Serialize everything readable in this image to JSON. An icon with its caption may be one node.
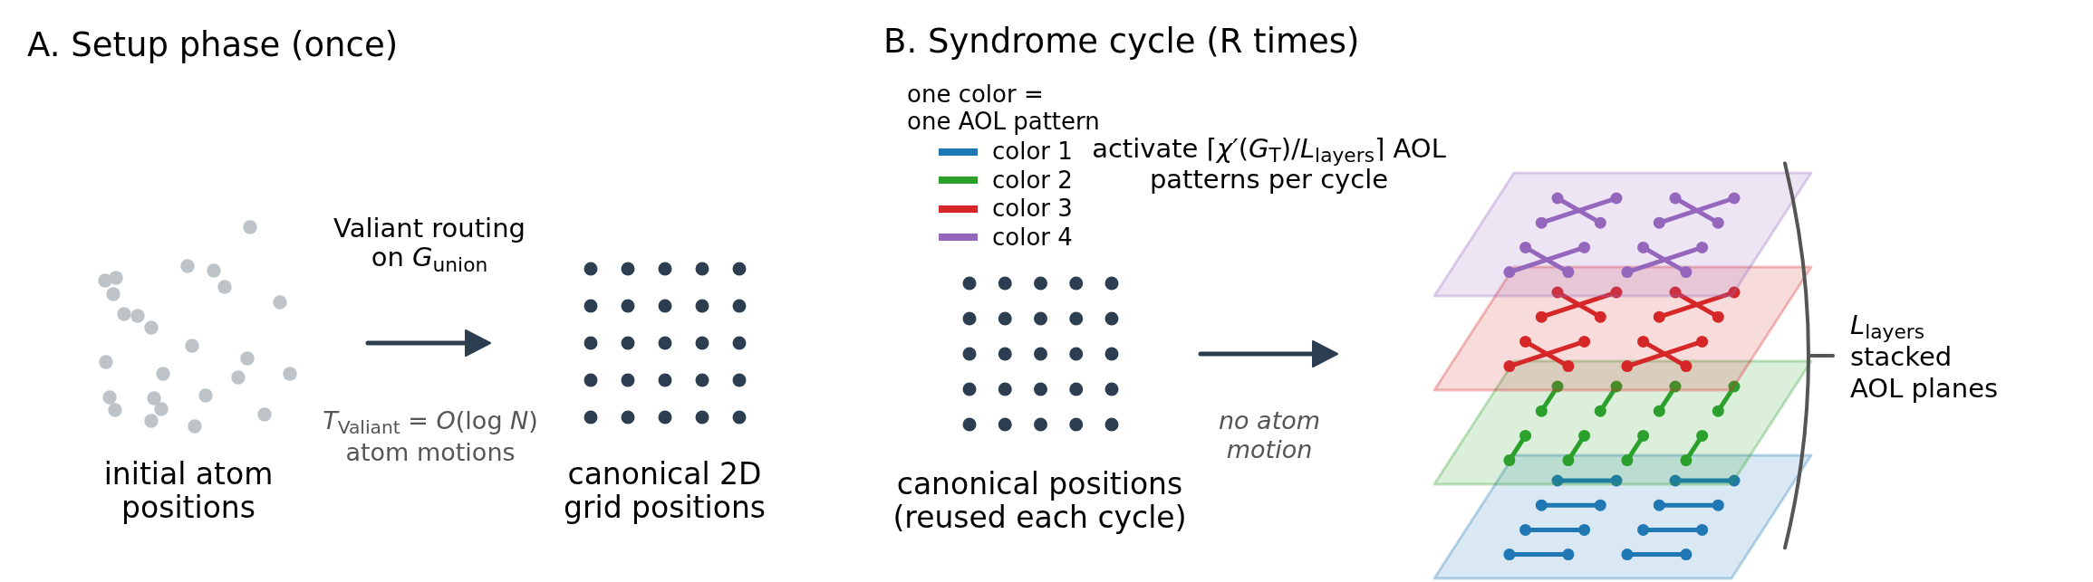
{
  "diagram": {
    "nodes": [
      {
        "text": [],
        "shape": "picture",
        "beside": [
          "initial atom positions"
        ]
      },
      {
        "text": [],
        "shape": "picture",
        "beside": [
          "canonical 2D grid positions"
        ]
      },
      {
        "text": [],
        "shape": "picture",
        "beside": [
          "canonical positions (reused each cycle)"
        ]
      },
      {
        "text": [],
        "shape": "picture"
      }
    ],
    "edges": [
      {
        "from": 0,
        "to": 1,
        "arrow": "to",
        "label": "Valiant routing on *G*$_{union}$"
      },
      {
        "from": 2,
        "to": 3,
        "arrow": "to",
        "label": "no atom motion"
      }
    ],
    "labels": [
      "A. Setup phase (once)",
      "*T*$_{Valiant}$ = *O*(log *N*) atom motions",
      "B. Syndrome cycle (R times)",
      "one color = one AOL pattern",
      "activate ⌈*χ*′(*G*$_{T}$)/*L*$_{layers}$⌉ AOL patterns per cycle",
      "*L*$_{layers}$ stacked AOL planes"
    ],
    "legend": [
      {
        "text": "color 1",
        "color": "#1f77b4"
      },
      {
        "text": "color 2",
        "color": "#2ca02c"
      },
      {
        "text": "color 3",
        "color": "#d62728"
      },
      {
        "text": "color 4",
        "color": "#9467bd"
      }
    ]
  }
}
